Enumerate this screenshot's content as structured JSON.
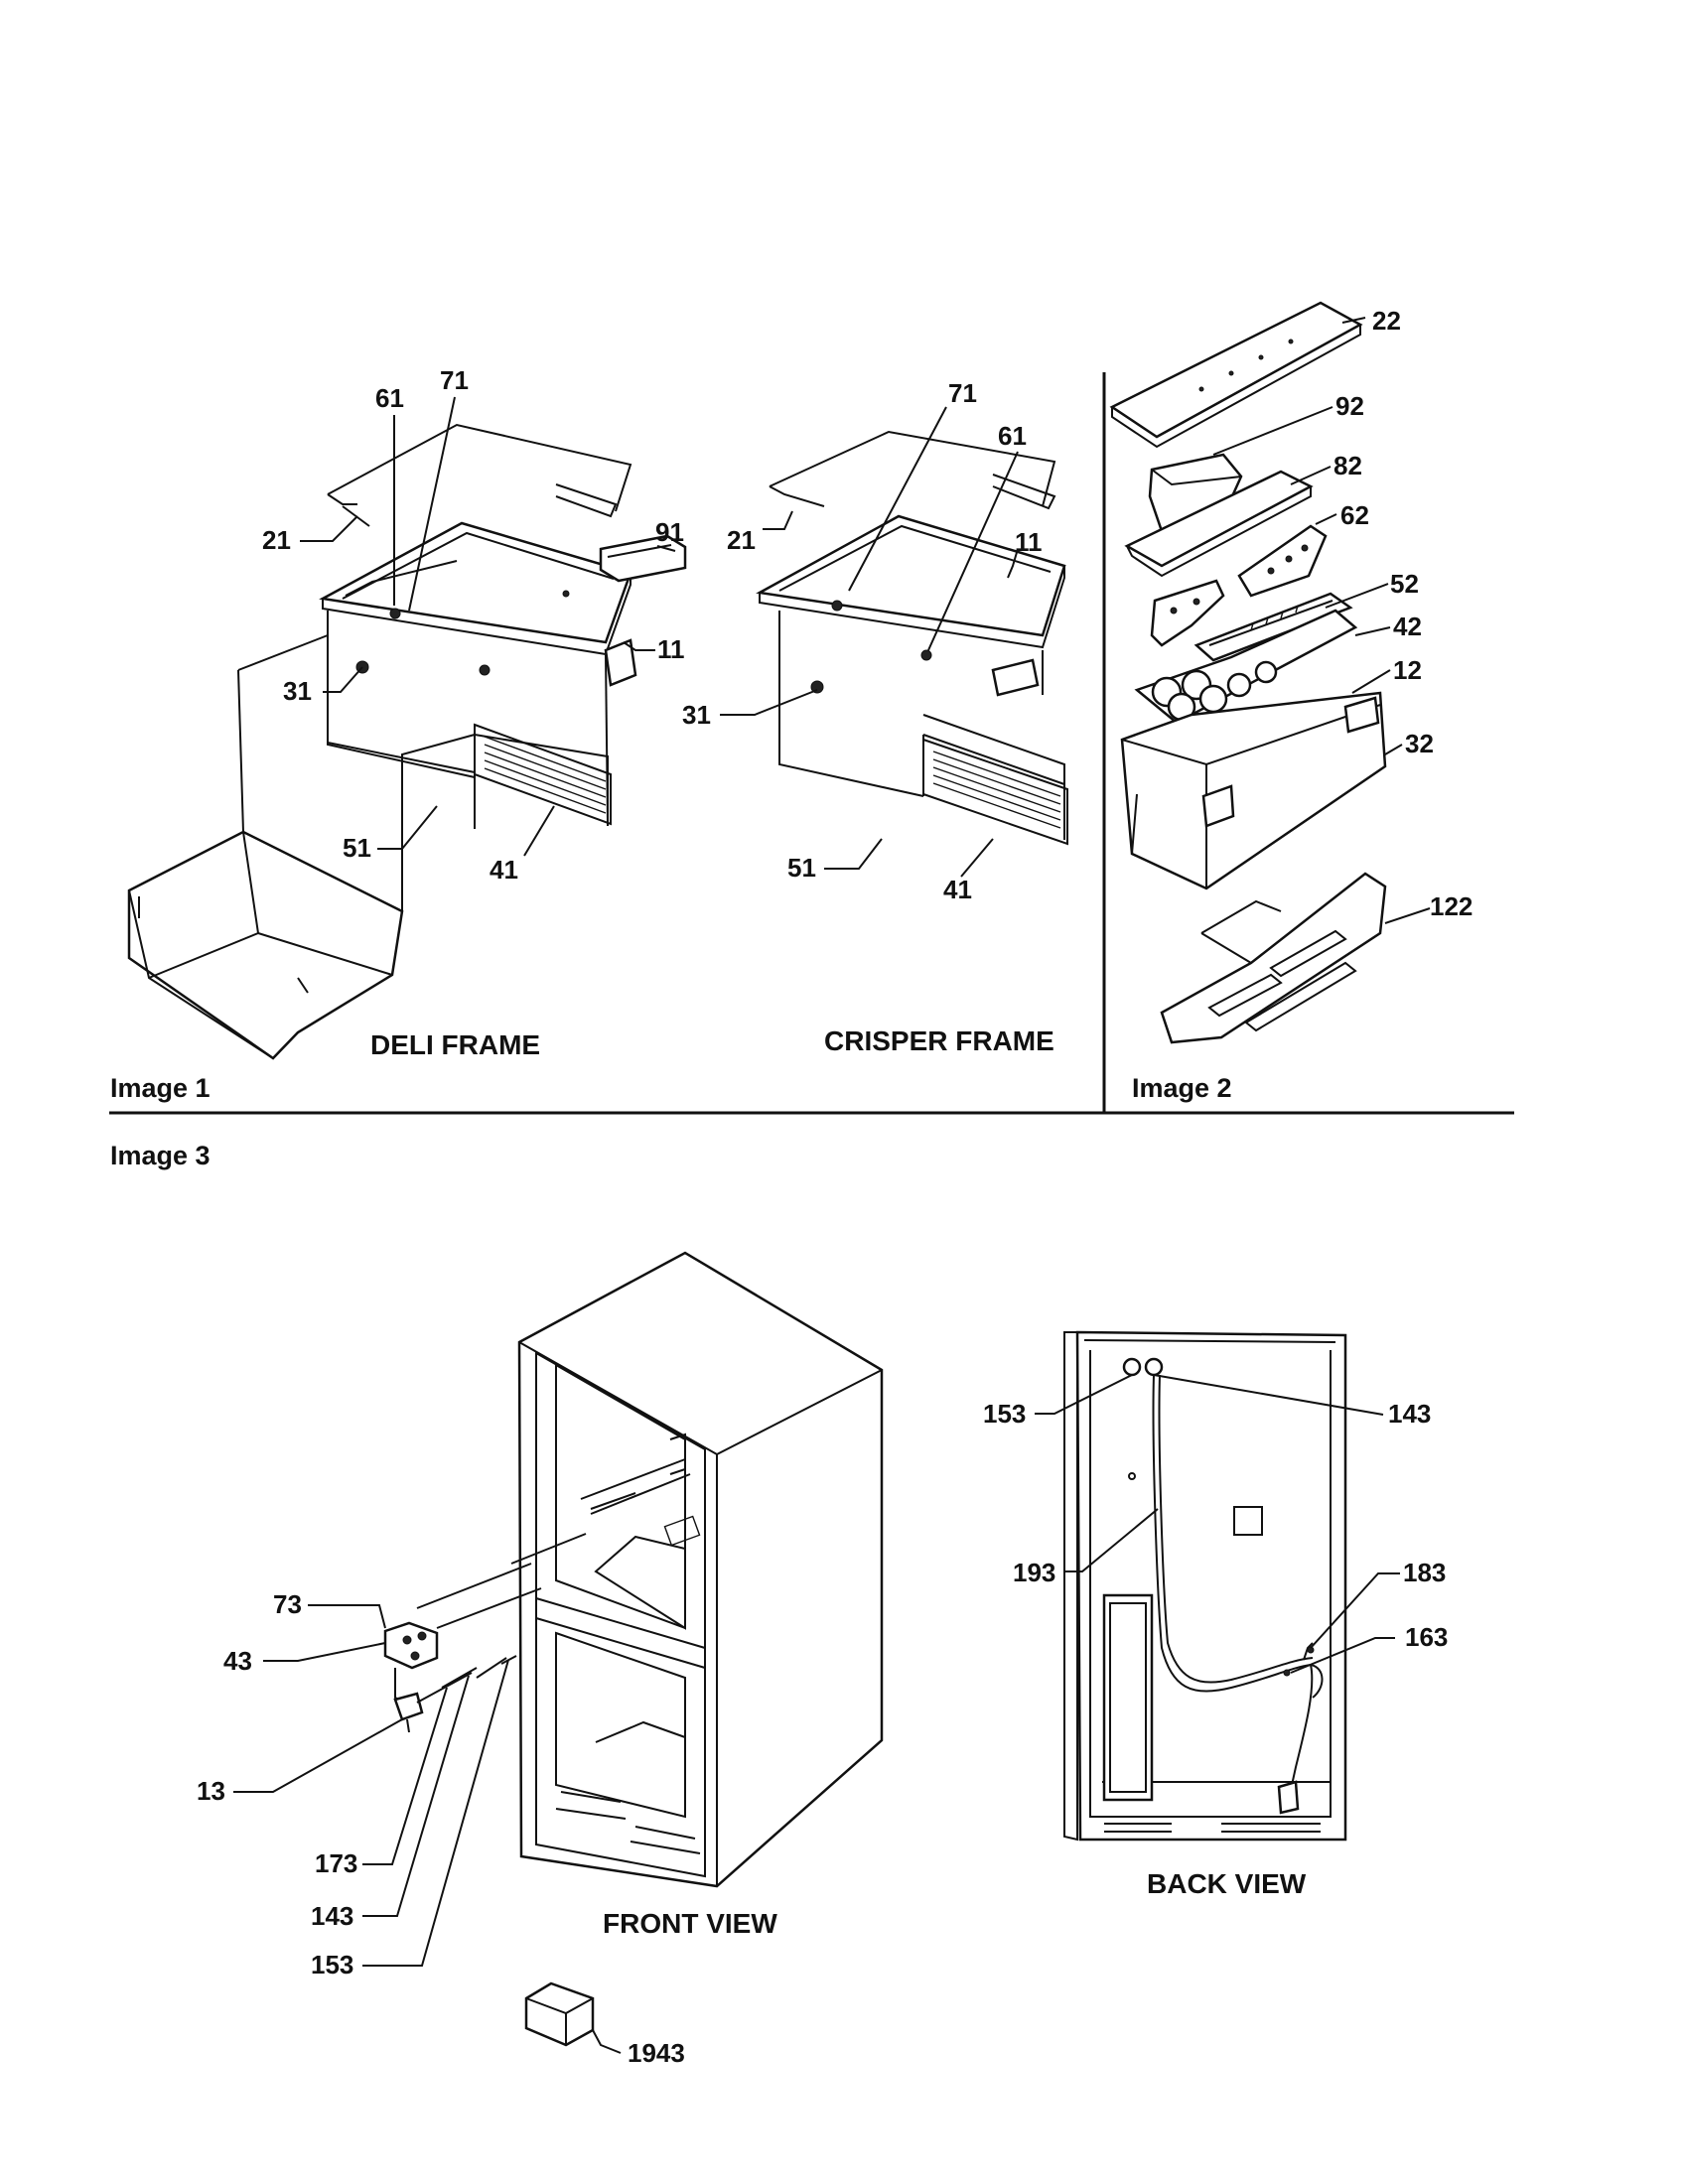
{
  "panels": {
    "image1": "Image 1",
    "image2": "Image 2",
    "image3": "Image 3"
  },
  "captions": {
    "deli_frame": "DELI FRAME",
    "crisper_frame": "CRISPER FRAME",
    "front_view": "FRONT VIEW",
    "back_view": "BACK VIEW"
  },
  "callouts": {
    "deli": [
      "61",
      "71",
      "91",
      "21",
      "11",
      "31",
      "51",
      "41"
    ],
    "crisper": [
      "71",
      "61",
      "21",
      "11",
      "31",
      "51",
      "41"
    ],
    "door": [
      "22",
      "92",
      "82",
      "62",
      "52",
      "42",
      "12",
      "32",
      "122"
    ],
    "front": [
      "73",
      "43",
      "13",
      "173",
      "143",
      "153",
      "1943"
    ],
    "back": [
      "153",
      "143",
      "193",
      "183",
      "163"
    ]
  }
}
